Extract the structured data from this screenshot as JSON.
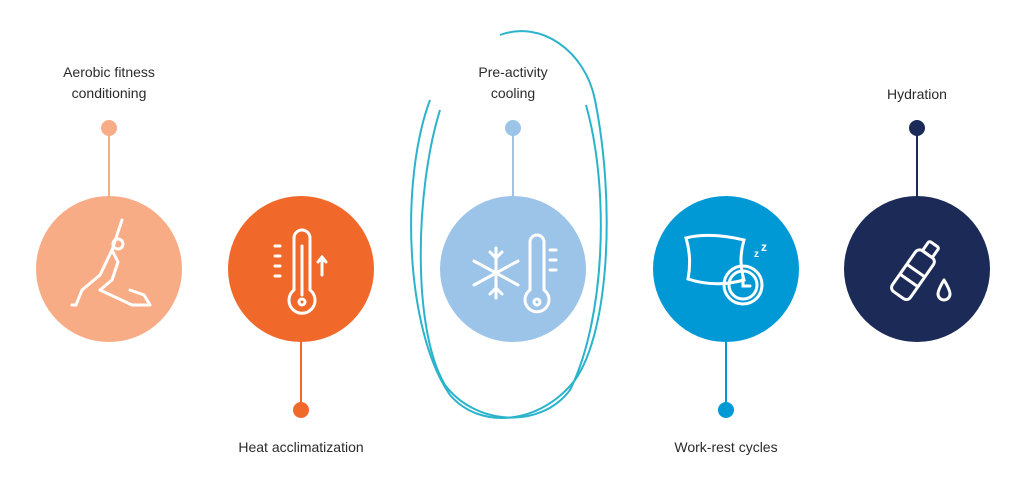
{
  "steps": [
    {
      "label": "Aerobic fitness conditioning",
      "line1": "Aerobic fitness",
      "line2": "conditioning",
      "color": "#F8AC86",
      "icon": "yoga-pose-icon",
      "pin": "top"
    },
    {
      "label": "Heat acclimatization",
      "color": "#F0682A",
      "icon": "thermometer-rising-icon",
      "pin": "bottom"
    },
    {
      "label": "Pre-activity cooling",
      "line1": "Pre-activity",
      "line2": "cooling",
      "color": "#9CC4E8",
      "icon": "snowflake-thermometer-icon",
      "pin": "top",
      "highlighted": true
    },
    {
      "label": "Work-rest cycles",
      "color": "#0099D6",
      "icon": "pillow-clock-icon",
      "pin": "bottom"
    },
    {
      "label": "Hydration",
      "color": "#1B2A57",
      "icon": "water-bottle-icon",
      "pin": "top"
    }
  ],
  "annotation_color": "#2BB3CC"
}
